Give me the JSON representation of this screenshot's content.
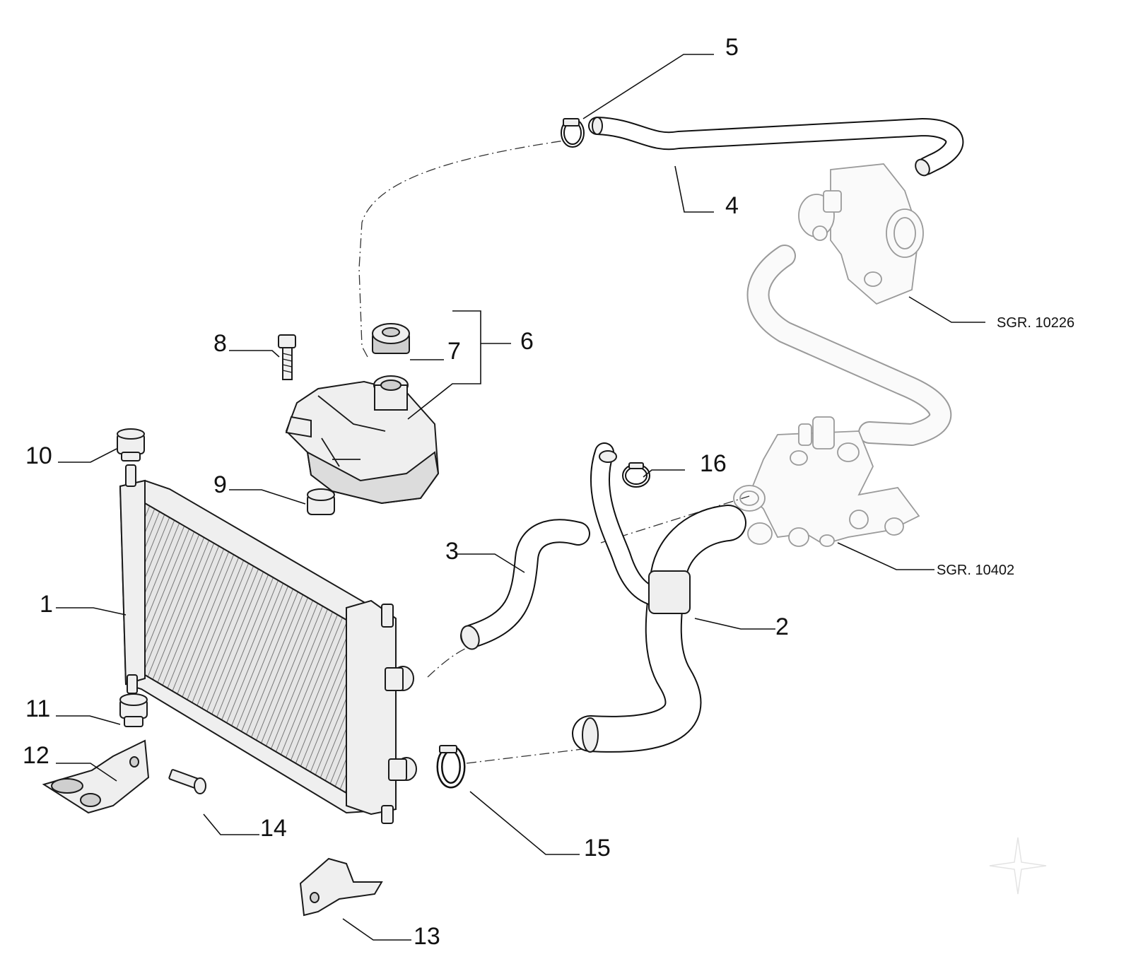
{
  "callouts": {
    "c1": "1",
    "c2": "2",
    "c3": "3",
    "c4": "4",
    "c5": "5",
    "c6": "6",
    "c7": "7",
    "c8": "8",
    "c9": "9",
    "c10": "10",
    "c11": "11",
    "c12": "12",
    "c13": "13",
    "c14": "14",
    "c15": "15",
    "c16": "16"
  },
  "references": {
    "upper": "SGR. 10226",
    "lower": "SGR. 10402"
  }
}
